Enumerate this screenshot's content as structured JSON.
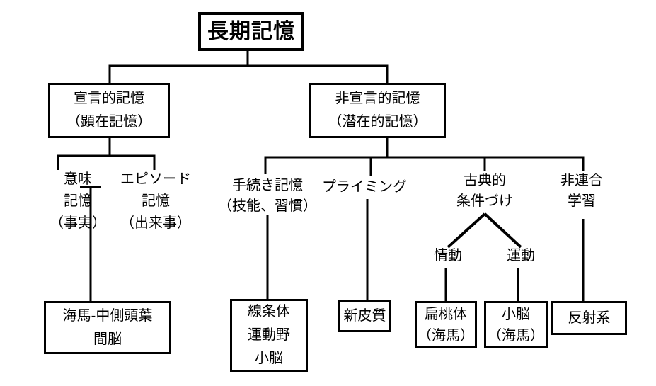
{
  "diagram": {
    "type": "tree",
    "title": "長期記憶"
  },
  "nodes": {
    "root": {
      "lines": [
        "長期記憶"
      ]
    },
    "declarative": {
      "lines": [
        "宣言的記憶",
        "（顕在記憶）"
      ]
    },
    "nondeclarative": {
      "lines": [
        "非宣言的記憶",
        "（潜在的記憶）"
      ]
    },
    "semantic": {
      "lines": [
        "意味",
        "記憶",
        "（事実）"
      ]
    },
    "episodic": {
      "lines": [
        "エピソード",
        "記憶",
        "（出来事）"
      ]
    },
    "procedural": {
      "lines": [
        "手続き記憶",
        "（技能、習慣）"
      ]
    },
    "priming": {
      "lines": [
        "プライミング"
      ]
    },
    "classical": {
      "lines": [
        "古典的",
        "条件づけ"
      ]
    },
    "nonassociative": {
      "lines": [
        "非連合",
        "学習"
      ]
    },
    "emotion": {
      "lines": [
        "情動"
      ]
    },
    "motor": {
      "lines": [
        "運動"
      ]
    },
    "hippocampus_box": {
      "lines": [
        "海馬-中側頭葉",
        "間脳"
      ]
    },
    "striatum_box": {
      "lines": [
        "線条体",
        "運動野",
        "小脳"
      ]
    },
    "neocortex_box": {
      "lines": [
        "新皮質"
      ]
    },
    "amygdala_box": {
      "lines": [
        "扁桃体",
        "（海馬）"
      ]
    },
    "cerebellum_box": {
      "lines": [
        "小脳",
        "（海馬）"
      ]
    },
    "reflex_box": {
      "lines": [
        "反射系"
      ]
    }
  },
  "colors": {
    "background": "#ffffff",
    "line": "#000000",
    "text": "#000000"
  }
}
